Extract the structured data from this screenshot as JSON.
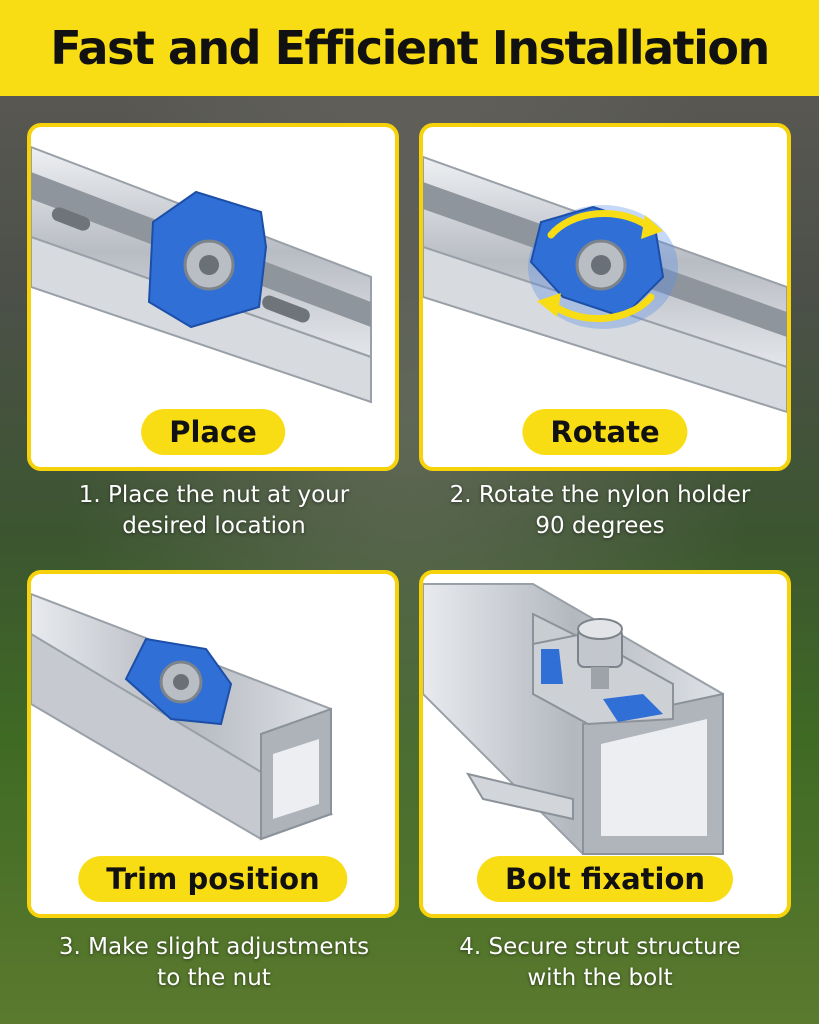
{
  "header": {
    "title": "Fast and Efficient Installation"
  },
  "colors": {
    "accent": "#f9dd14",
    "nut_holder": "#2f6fd6",
    "steel": "#c9ccd1"
  },
  "steps": [
    {
      "label": "Place",
      "caption_line1": "1. Place the nut at your",
      "caption_line2": "desired location"
    },
    {
      "label": "Rotate",
      "caption_line1": "2. Rotate the nylon holder",
      "caption_line2": "90 degrees"
    },
    {
      "label": "Trim position",
      "caption_line1": "3. Make slight adjustments",
      "caption_line2": "to the nut"
    },
    {
      "label": "Bolt fixation",
      "caption_line1": "4. Secure strut structure",
      "caption_line2": "with the bolt"
    }
  ]
}
